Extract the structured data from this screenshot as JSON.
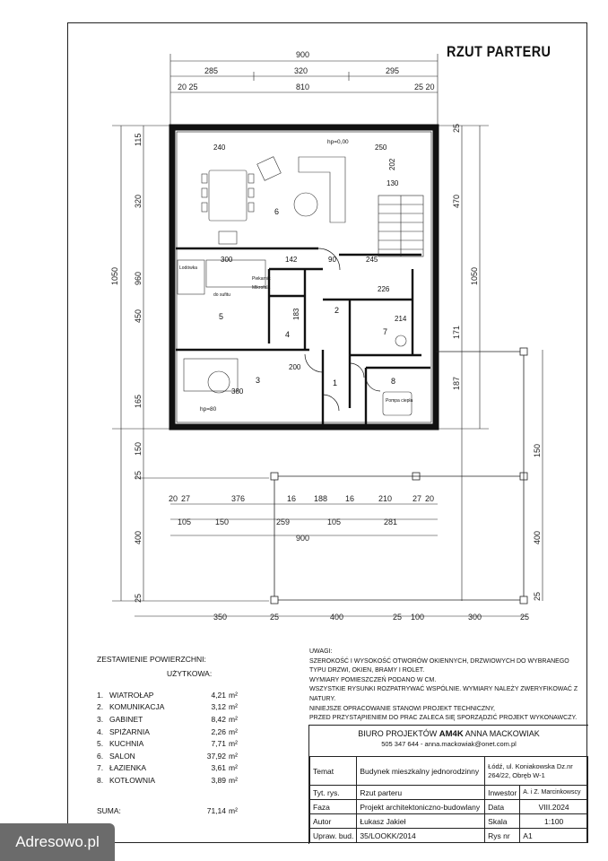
{
  "drawing": {
    "title": "RZUT PARTERU",
    "dims_top": {
      "overall": "900",
      "segments": [
        "285",
        "320",
        "295"
      ],
      "small_left": "20 25",
      "inner": "810",
      "small_right": "25 20"
    },
    "dims_left": [
      "115",
      "320",
      "1050",
      "960",
      "450",
      "165",
      "150",
      "25",
      "400",
      "25"
    ],
    "dims_right": [
      "25",
      "470",
      "1050",
      "187",
      "171",
      "150",
      "400",
      "25"
    ],
    "dims_mid_rows": {
      "row1": [
        "20",
        "27",
        "376",
        "16",
        "188",
        "16",
        "210",
        "27",
        "20"
      ],
      "row2": [
        "105",
        "150",
        "259",
        "105",
        "281"
      ],
      "overall2": "900",
      "row3": [
        "350",
        "25",
        "400",
        "25",
        "100",
        "300",
        "25"
      ]
    },
    "rooms": [
      {
        "num": "6",
        "note": "hp=0,00"
      },
      {
        "num": "5"
      },
      {
        "num": "4"
      },
      {
        "num": "3",
        "note": "hp=80"
      },
      {
        "num": "2"
      },
      {
        "num": "1"
      },
      {
        "num": "7"
      },
      {
        "num": "8",
        "note": "Pompa ciepła"
      }
    ],
    "annotations": [
      "hp=0,00",
      "Piekarnik",
      "Mikrofala",
      "Lodówka",
      "do sufitu",
      "380",
      "240",
      "250",
      "300",
      "142",
      "90",
      "245",
      "130",
      "202",
      "226",
      "214",
      "183",
      "200"
    ]
  },
  "areas": {
    "header": "ZESTAWIENIE POWIERZCHNI:",
    "subheader": "UŻYTKOWA:",
    "unit": "m²",
    "items": [
      {
        "n": "1.",
        "name": "WIATROŁAP",
        "value": "4,21"
      },
      {
        "n": "2.",
        "name": "KOMUNIKACJA",
        "value": "3,12"
      },
      {
        "n": "3.",
        "name": "GABINET",
        "value": "8,42"
      },
      {
        "n": "4.",
        "name": "SPIŻARNIA",
        "value": "2,26"
      },
      {
        "n": "5.",
        "name": "KUCHNIA",
        "value": "7,71"
      },
      {
        "n": "6.",
        "name": "SALON",
        "value": "37,92"
      },
      {
        "n": "7.",
        "name": "ŁAZIENKA",
        "value": "3,61"
      },
      {
        "n": "8.",
        "name": "KOTŁOWNIA",
        "value": "3,89"
      }
    ],
    "sum_label": "SUMA:",
    "sum_value": "71,14"
  },
  "notes": {
    "header": "UWAGI:",
    "lines": [
      "Szerokość i wysokość otworów okiennych, drzwiowych do wybranego typu drzwi, okien, bramy i rolet.",
      "Wymiary pomieszczeń podano w cm.",
      "Wszystkie rysunki rozpatrywać wspólnie. Wymiary należy zweryfikować z natury.",
      "Niniejsze opracowanie stanowi projekt techniczny,",
      "przed przystąpieniem do prac zaleca się sporządzić projekt wykonawczy."
    ]
  },
  "title_block": {
    "office_prefix": "BIURO PROJEKTÓW",
    "office_name": "AM4K",
    "office_suffix": "ANNA MACKOWIAK",
    "contact": "505 347 644 - anna.mackowiak@onet.com.pl",
    "rows": [
      {
        "label": "Temat",
        "value": "Budynek mieszkalny jednorodzinny",
        "right": "Łódź, ul. Koniakowska Dz.nr 264/22, Obręb W-1"
      },
      {
        "label": "Tyt. rys.",
        "value": "Rzut parteru",
        "right_label": "Inwestor",
        "right_value": "A. i Z. Marcinkowscy"
      },
      {
        "label": "Faza",
        "value": "Projekt architektoniczno-budowlany",
        "right_label": "Data",
        "right_value": "VIII.2024"
      },
      {
        "label": "Autor",
        "value": "Łukasz Jakieł",
        "right_label": "Skala",
        "right_value": "1:100"
      },
      {
        "label": "Upraw. bud.",
        "value": "35/LOOKK/2014",
        "right_label": "Rys nr",
        "right_value": "A1"
      }
    ]
  },
  "watermark": "Adresowo.pl"
}
